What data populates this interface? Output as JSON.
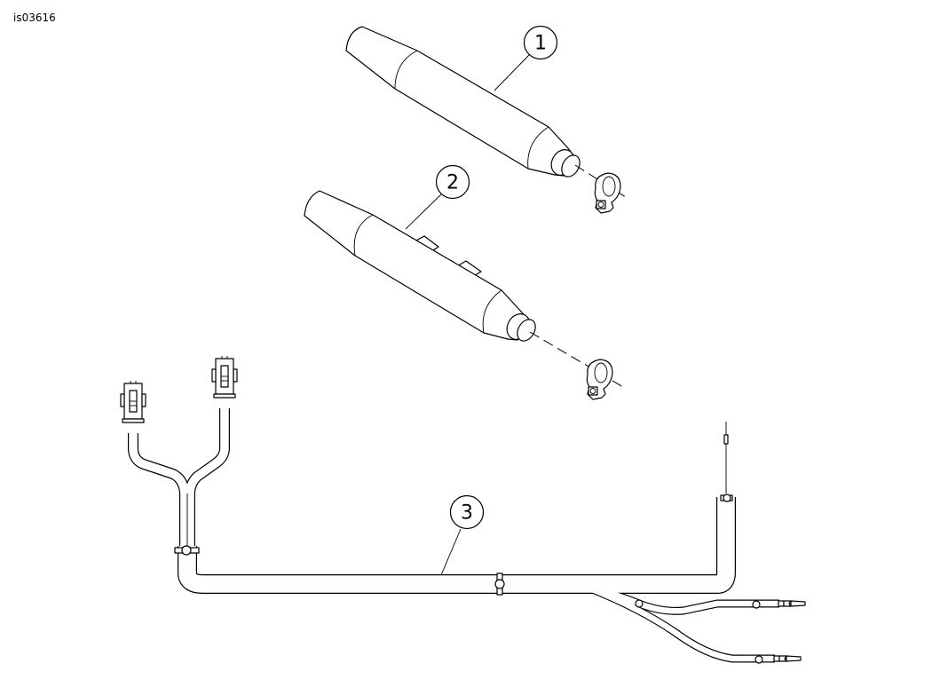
{
  "figure_id": "is03616",
  "callouts": [
    {
      "number": "1",
      "part": "muffler-upper"
    },
    {
      "number": "2",
      "part": "muffler-lower"
    },
    {
      "number": "3",
      "part": "wiring-harness"
    }
  ]
}
